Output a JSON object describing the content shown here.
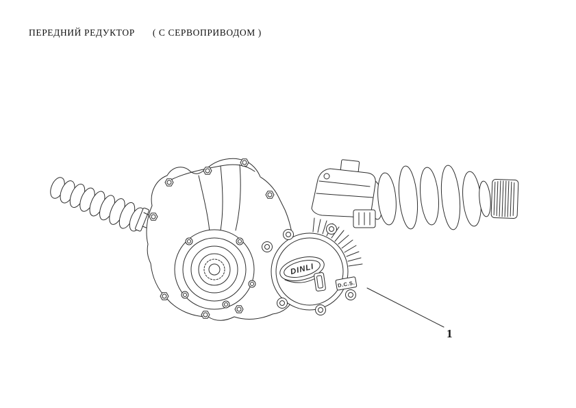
{
  "page": {
    "title": "ПЕРЕДНИЙ РЕДУКТОР",
    "subtitle": "( С СЕРВОПРИВОДОМ )"
  },
  "diagram": {
    "logo_text": "DINLI",
    "cover_marking": "D.C.S.",
    "callout_1": "1"
  },
  "colors": {
    "line": "#2b2b2b",
    "background": "#ffffff"
  }
}
